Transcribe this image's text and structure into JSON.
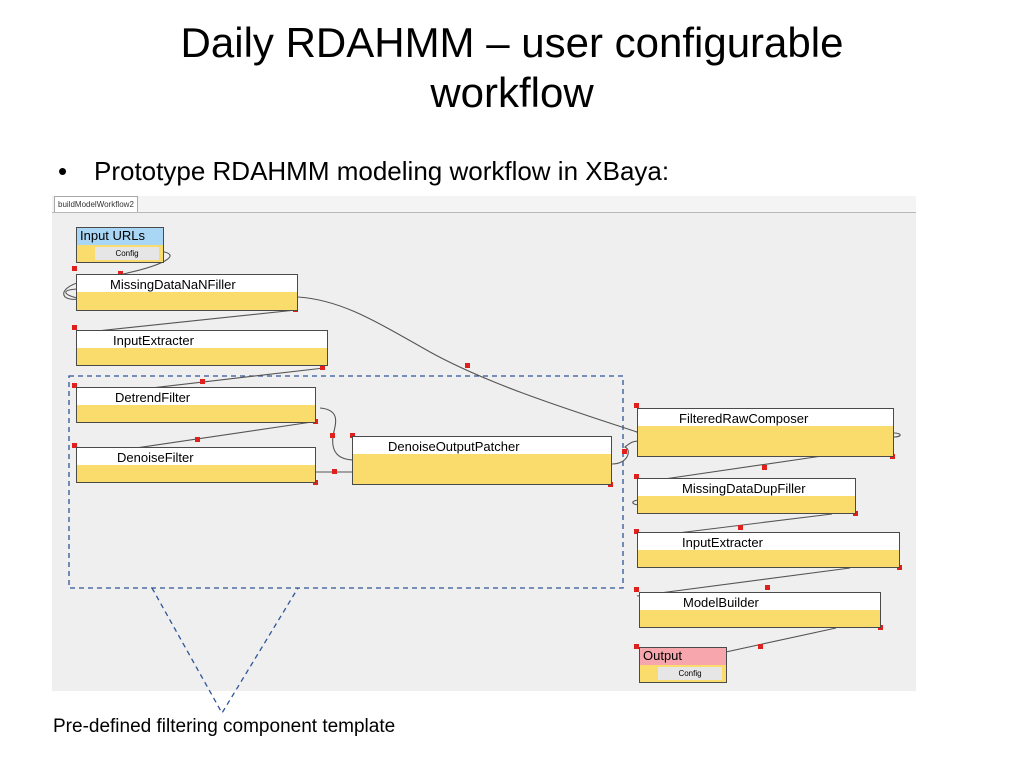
{
  "slide": {
    "title_line1": "Daily RDAHMM – user configurable",
    "title_line2": "workflow",
    "bullet_symbol": "•",
    "bullet_text": "Prototype RDAHMM modeling workflow in XBaya:",
    "caption": "Pre-defined filtering component template"
  },
  "window": {
    "tab_label": "buildModelWorkflow2"
  },
  "workflow": {
    "input": {
      "name": "Input URLs",
      "config_label": "Config",
      "color": "#a9d6f5"
    },
    "output": {
      "name": "Output",
      "config_label": "Config",
      "color": "#f7a6ad"
    },
    "nodes": {
      "missing_nan": "MissingDataNaNFiller",
      "input_extracter_1": "InputExtracter",
      "detrend": "DetrendFilter",
      "denoise": "DenoiseFilter",
      "patcher": "DenoiseOutputPatcher",
      "raw_composer": "FilteredRawComposer",
      "dup_filler": "MissingDataDupFiller",
      "input_extracter_2": "InputExtracter",
      "model_builder": "ModelBuilder"
    },
    "colors": {
      "node_bar": "#f9dc6b",
      "edge": "#555555",
      "control_point": "#e0201c",
      "input_port": "#1f3fd6",
      "output_port": "#38c33a",
      "template_outline": "#2f5597"
    }
  }
}
